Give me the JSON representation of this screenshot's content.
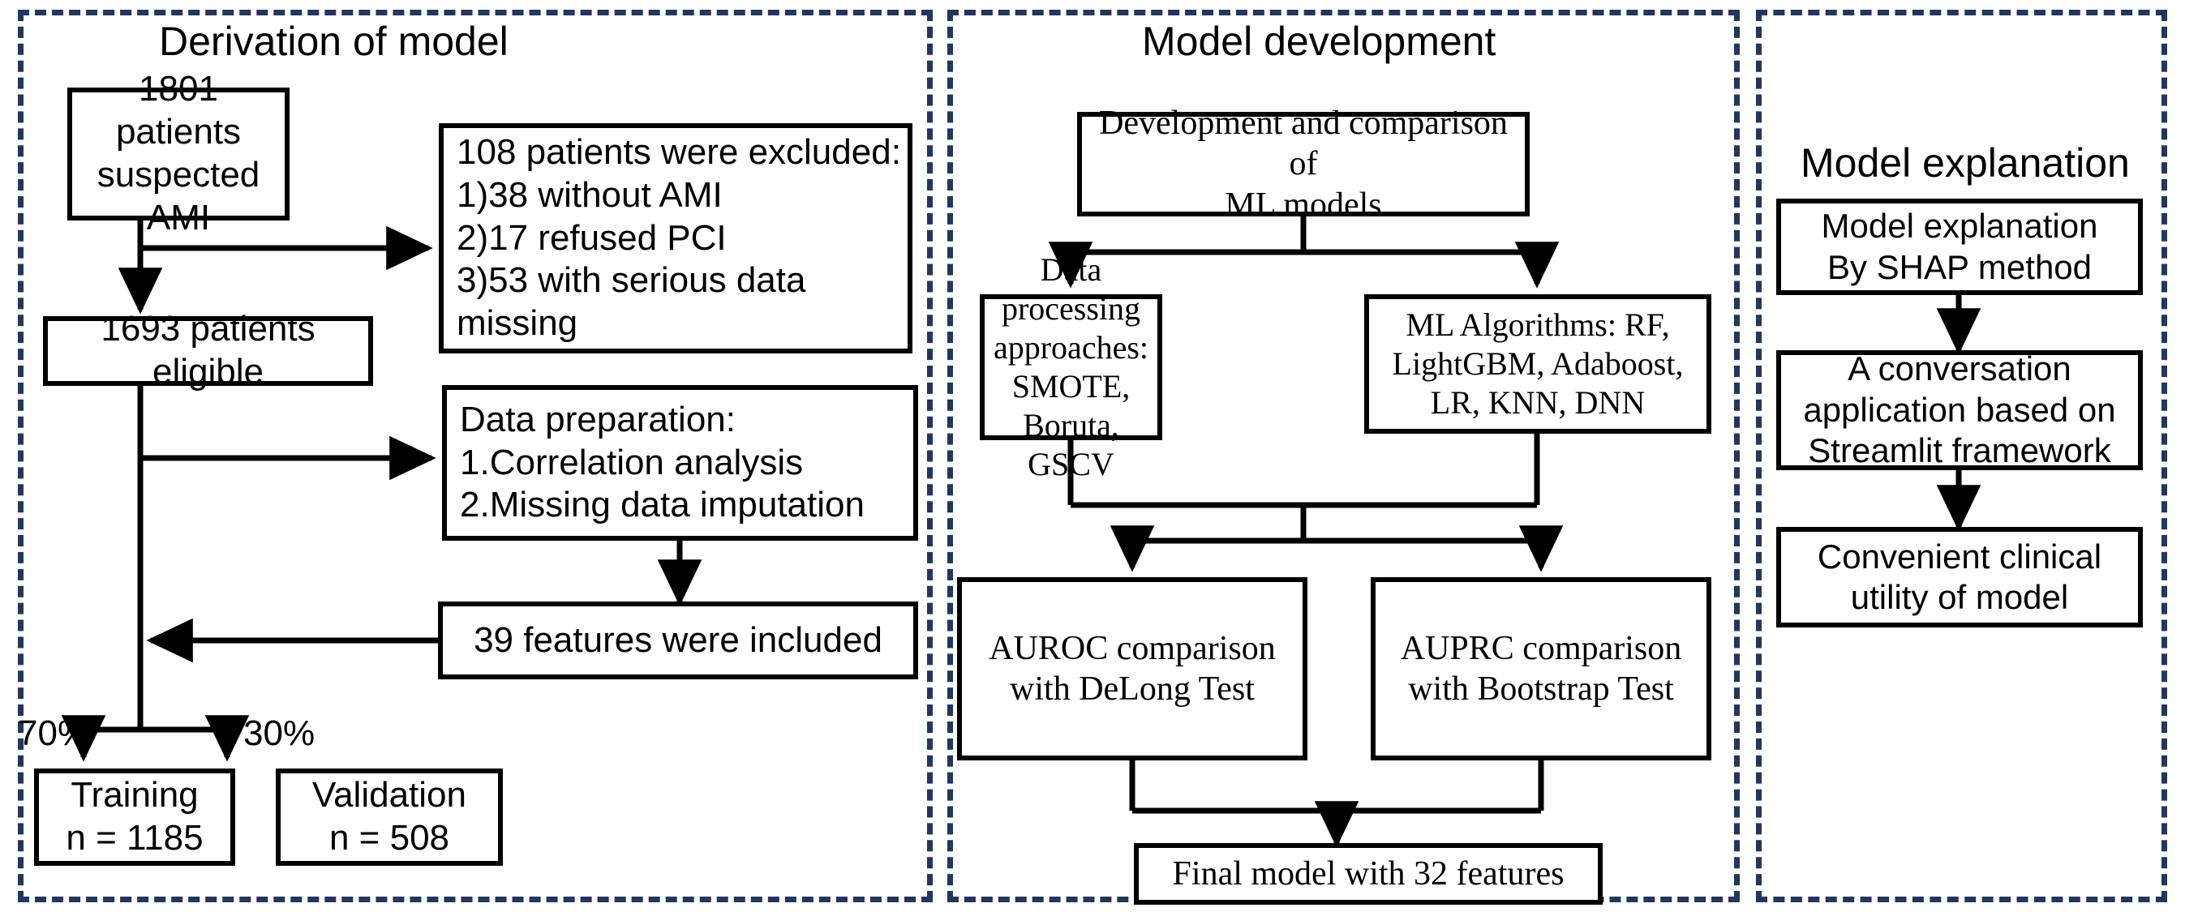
{
  "figure": {
    "type": "flowchart",
    "description": "Three-panel study workflow flowchart for an AMI machine-learning prediction model",
    "accent_dash_color": "#21375c",
    "box_border_color": "#000000",
    "background": "#ffffff"
  },
  "panels": [
    {
      "id": "derivation",
      "title": "Derivation of model",
      "font": "sans",
      "nodes": [
        {
          "id": "n1",
          "text": "1801 patients\nsuspected AMI"
        },
        {
          "id": "n2",
          "text": "108 patients were excluded:\n1)38 without AMI\n2)17 refused PCI\n3)53 with serious data\nmissing"
        },
        {
          "id": "n3",
          "text": "1693 patients eligible"
        },
        {
          "id": "n4",
          "text": "Data preparation:\n1.Correlation analysis\n2.Missing data imputation"
        },
        {
          "id": "n5",
          "text": "39 features were included"
        },
        {
          "id": "n6",
          "text": "Training\nn = 1185"
        },
        {
          "id": "n7",
          "text": "Validation\nn = 508"
        }
      ],
      "edge_labels": [
        {
          "id": "e70",
          "text": "70%"
        },
        {
          "id": "e30",
          "text": "30%"
        }
      ]
    },
    {
      "id": "development",
      "title": "Model development",
      "font": "serif",
      "nodes": [
        {
          "id": "m1",
          "text": "Development and comparison of\nML models"
        },
        {
          "id": "m2",
          "text": "Data processing\napproaches: SMOTE,\nBoruta, GSCV"
        },
        {
          "id": "m3",
          "text": "ML Algorithms: RF,\nLightGBM, Adaboost,\nLR, KNN, DNN"
        },
        {
          "id": "m4",
          "text": "AUROC comparison\nwith DeLong Test"
        },
        {
          "id": "m5",
          "text": "AUPRC comparison\nwith Bootstrap Test"
        },
        {
          "id": "m6",
          "text": "Final model with 32 features"
        }
      ],
      "edge_labels": []
    },
    {
      "id": "explanation",
      "title": "Model explanation",
      "font": "sans",
      "nodes": [
        {
          "id": "x1",
          "text": "Model explanation\nBy SHAP method"
        },
        {
          "id": "x2",
          "text": "A conversation\napplication based on\nStreamlit framework"
        },
        {
          "id": "x3",
          "text": "Convenient clinical\nutility of model"
        }
      ],
      "edge_labels": []
    }
  ]
}
